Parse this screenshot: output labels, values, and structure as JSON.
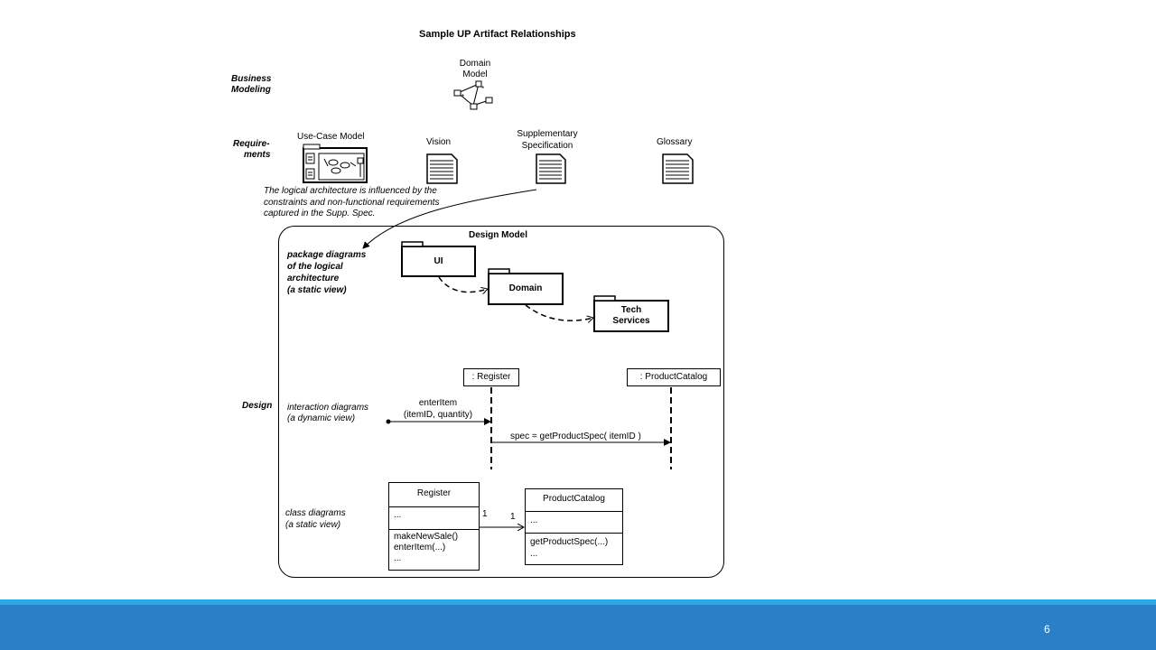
{
  "title": "Sample UP Artifact Relationships",
  "rows": {
    "business": "Business Modeling",
    "business_l1": "Business",
    "business_l2": "Modeling",
    "req_l1": "Require-",
    "req_l2": "ments",
    "design": "Design"
  },
  "artifacts": {
    "domain_model_l1": "Domain",
    "domain_model_l2": "Model",
    "use_case_model": "Use-Case Model",
    "vision": "Vision",
    "supp_l1": "Supplementary",
    "supp_l2": "Specification",
    "glossary": "Glossary"
  },
  "note": {
    "l1": "The logical architecture is influenced by the",
    "l2": "constraints and non-functional requirements",
    "l3": "captured in the Supp. Spec."
  },
  "design_model": {
    "title": "Design Model",
    "package_label": [
      "package diagrams",
      "of the logical",
      "architecture",
      "(a static view)"
    ],
    "packages": {
      "ui": "UI",
      "domain": "Domain",
      "tech_l1": "Tech",
      "tech_l2": "Services"
    },
    "interaction_label": [
      "interaction diagrams",
      "(a dynamic view)"
    ],
    "lifelines": {
      "register": ": Register",
      "catalog": ": ProductCatalog"
    },
    "messages": {
      "enter_l1": "enterItem",
      "enter_l2": "(itemID, quantity)",
      "spec": "spec = getProductSpec( itemID )"
    },
    "class_label": [
      "class diagrams",
      "(a static view)"
    ],
    "classes": {
      "register": {
        "name": "Register",
        "attrs": "...",
        "ops": [
          "makeNewSale()",
          "enterItem(...)",
          "..."
        ]
      },
      "catalog": {
        "name": "ProductCatalog",
        "attrs": "...",
        "ops": [
          "getProductSpec(...)",
          "..."
        ]
      },
      "mult_left": "1",
      "mult_right": "1"
    }
  },
  "page_number": "6",
  "colors": {
    "footer": "#2a7fc6",
    "footer_stripe": "#29a9e1"
  }
}
